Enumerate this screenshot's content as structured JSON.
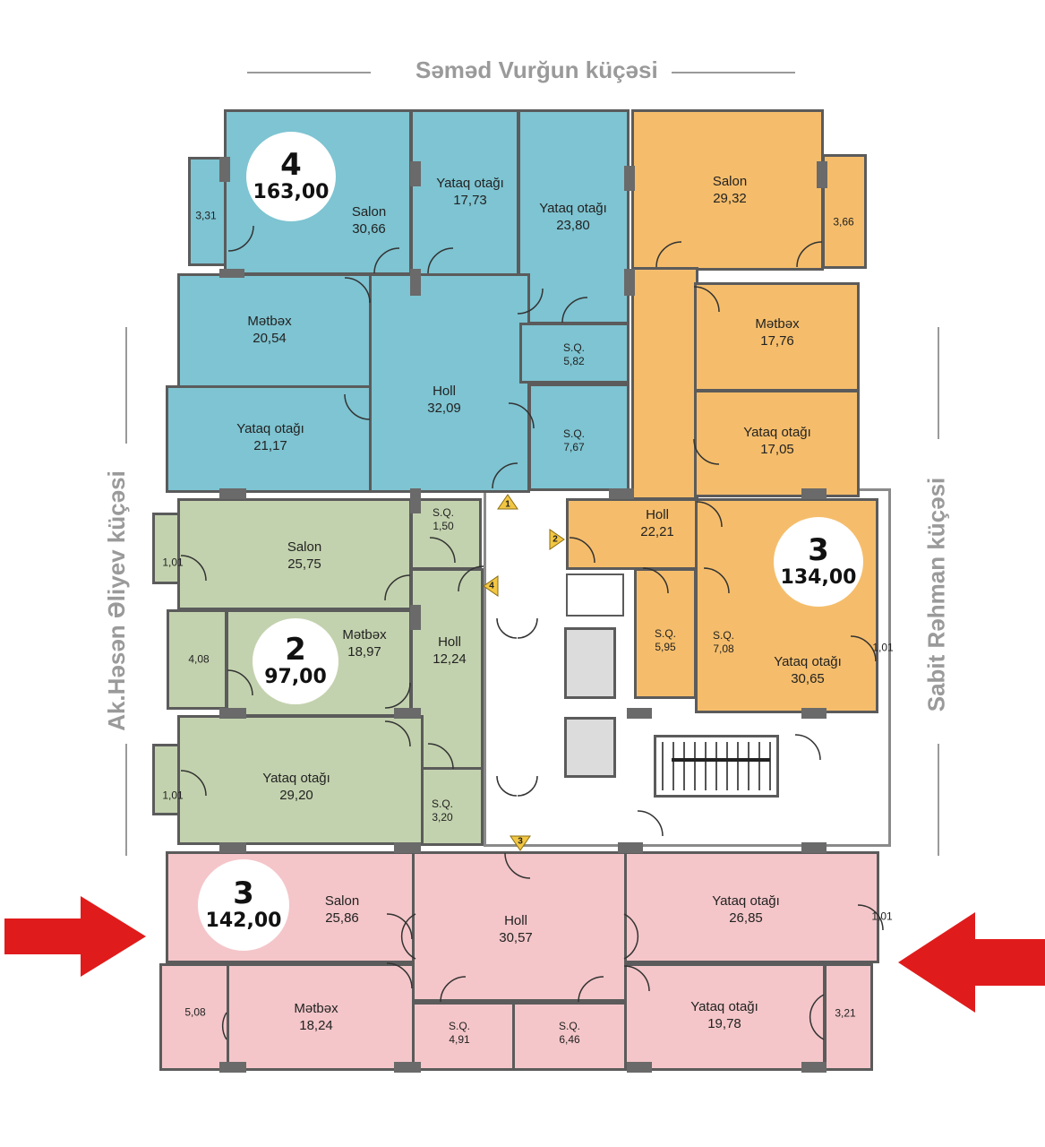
{
  "streets": {
    "top": "Səməd Vurğun küçəsi",
    "left": "Ak.Həsən Əliyev küçəsi",
    "right": "Sabit Rəhman küçəsi"
  },
  "apartments": [
    {
      "id": "apt-4",
      "rooms": "4",
      "area": "163,00",
      "color": "#7ec4d2"
    },
    {
      "id": "apt-3-east",
      "rooms": "3",
      "area": "134,00",
      "color": "#f5bd6b"
    },
    {
      "id": "apt-2",
      "rooms": "2",
      "area": "97,00",
      "color": "#c3d2ae"
    },
    {
      "id": "apt-3-south",
      "rooms": "3",
      "area": "142,00",
      "color": "#f4c6c9"
    }
  ],
  "rooms": {
    "blue": {
      "balcony_w": "3,31",
      "salon": {
        "name": "Salon",
        "area": "30,66"
      },
      "yataq1": {
        "name": "Yataq otağı",
        "area": "17,73"
      },
      "yataq2": {
        "name": "Yataq otağı",
        "area": "23,80"
      },
      "metbex": {
        "name": "Mətbəx",
        "area": "20,54"
      },
      "holl": {
        "name": "Holl",
        "area": "32,09"
      },
      "sq1": {
        "name": "S.Q.",
        "area": "5,82"
      },
      "sq2": {
        "name": "S.Q.",
        "area": "7,67"
      },
      "yataq3": {
        "name": "Yataq otağı",
        "area": "21,17"
      }
    },
    "orange": {
      "salon": {
        "name": "Salon",
        "area": "29,32"
      },
      "balcony_e": "3,66",
      "metbex": {
        "name": "Mətbəx",
        "area": "17,76"
      },
      "yataq1": {
        "name": "Yataq otağı",
        "area": "17,05"
      },
      "holl": {
        "name": "Holl",
        "area": "22,21"
      },
      "sq1": {
        "name": "S.Q.",
        "area": "5,95"
      },
      "sq2": {
        "name": "S.Q.",
        "area": "7,08"
      },
      "yataq2": {
        "name": "Yataq otağı",
        "area": "30,65"
      },
      "balcony_e2": "1,01"
    },
    "green": {
      "balcony1": "1,01",
      "salon": {
        "name": "Salon",
        "area": "25,75"
      },
      "sq1": {
        "name": "S.Q.",
        "area": "1,50"
      },
      "balcony2": "4,08",
      "metbex": {
        "name": "Mətbəx",
        "area": "18,97"
      },
      "holl": {
        "name": "Holl",
        "area": "12,24"
      },
      "balcony3": "1,01",
      "yataq": {
        "name": "Yataq otağı",
        "area": "29,20"
      },
      "sq2": {
        "name": "S.Q.",
        "area": "3,20"
      }
    },
    "pink": {
      "salon": {
        "name": "Salon",
        "area": "25,86"
      },
      "holl": {
        "name": "Holl",
        "area": "30,57"
      },
      "yataq1": {
        "name": "Yataq otağı",
        "area": "26,85"
      },
      "balcony_e": "1,01",
      "balcony_w": "5,08",
      "metbex": {
        "name": "Mətbəx",
        "area": "18,24"
      },
      "sq1": {
        "name": "S.Q.",
        "area": "4,91"
      },
      "sq2": {
        "name": "S.Q.",
        "area": "6,46"
      },
      "yataq2": {
        "name": "Yataq otağı",
        "area": "19,78"
      },
      "balcony_e2": "3,21"
    }
  },
  "entrances": [
    "1",
    "2",
    "3",
    "4"
  ],
  "arrow_color": "#e01b1b"
}
